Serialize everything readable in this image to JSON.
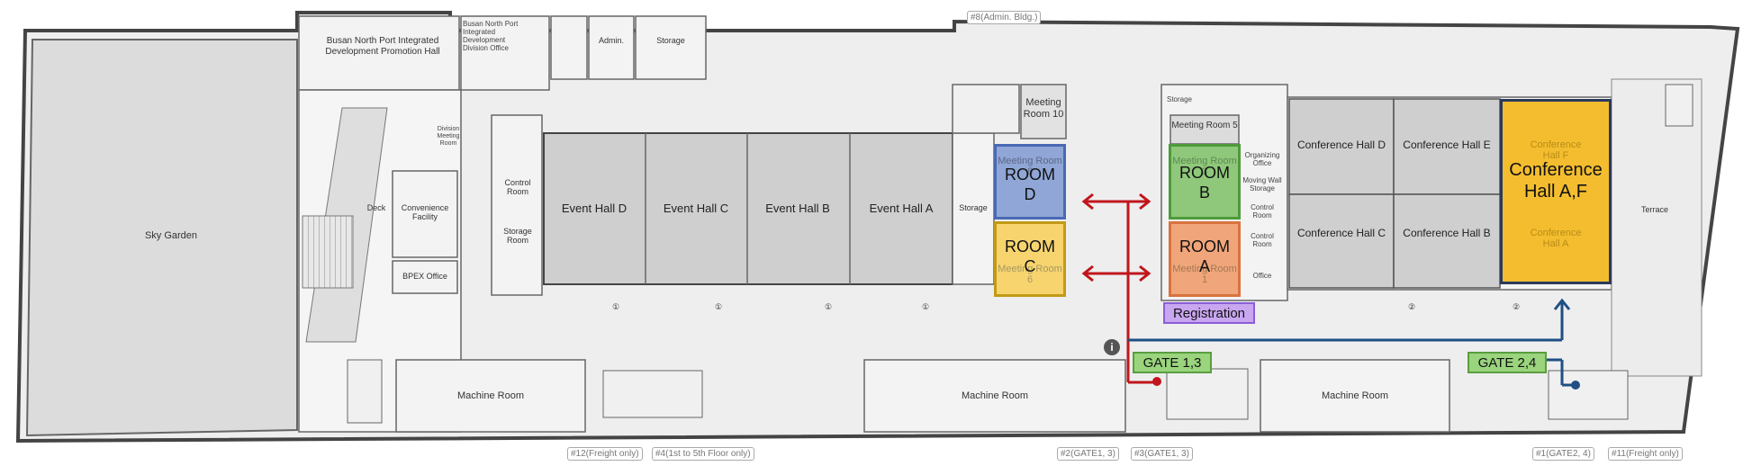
{
  "labels": {
    "sky_garden": "Sky Garden",
    "promotion_hall": "Busan North Port Integrated Development Promotion Hall",
    "division_office": "Busan North Port Integrated Development Division Office",
    "admin": "Admin.",
    "storage_top": "Storage",
    "deck": "Deck",
    "convenience": "Convenience Facility",
    "bpex_office": "BPEX Office",
    "division_meeting_room": "Division Meeting Room",
    "control_room": "Control Room",
    "storage_room": "Storage Room",
    "event_hall_d": "Event Hall D",
    "event_hall_c": "Event Hall C",
    "event_hall_b": "Event Hall B",
    "event_hall_a": "Event Hall A",
    "storage_mid": "Storage",
    "meeting_room_10": "Meeting Room 10",
    "admin_bldg": "#8(Admin. Bldg.)",
    "storage_right": "Storage",
    "meeting_room_5": "Meeting Room 5",
    "organizing_office": "Organizing Office",
    "moving_wall_storage": "Moving Wall Storage",
    "control_room_r1": "Control Room",
    "control_room_r2": "Control Room",
    "office": "Office",
    "conf_hall_d": "Conference Hall D",
    "conf_hall_e": "Conference Hall E",
    "conf_hall_c": "Conference Hall C",
    "conf_hall_b": "Conference Hall B",
    "terrace": "Terrace",
    "machine_room_1": "Machine Room",
    "machine_room_2": "Machine Room",
    "machine_room_3": "Machine Room",
    "elev_12": "#12(Freight only)",
    "elev_4": "#4(1st to 5th Floor only)",
    "elev_2": "#2(GATE1, 3)",
    "elev_3": "#3(GATE1, 3)",
    "elev_1": "#1(GATE2, 4)",
    "elev_11": "#11(Freight only)"
  },
  "overlays": {
    "room_d": {
      "title": "ROOM D",
      "ghost": "Meeting Room 8",
      "fill": "#8fa6d6",
      "border": "#4a69b4"
    },
    "room_c": {
      "title": "ROOM C",
      "ghost": "Meeting Room 6",
      "fill": "#f7d46e",
      "border": "#c19a17"
    },
    "room_b": {
      "title": "ROOM B",
      "ghost": "Meeting Room 3",
      "fill": "#8fc87a",
      "border": "#4e9a3a"
    },
    "room_a": {
      "title": "ROOM A",
      "ghost": "Meeting Room 1",
      "fill": "#f0a57a",
      "border": "#d9733f"
    },
    "conf_hall_af": {
      "title": "Conference Hall A,F",
      "ghost_top": "Conference Hall F",
      "ghost_bottom": "Conference Hall A",
      "fill": "#f3bd2f",
      "border": "#2a3a5c"
    },
    "registration": {
      "label": "Registration",
      "fill": "#c9a6f0",
      "border": "#8a5ed6"
    },
    "gate_13": {
      "label": "GATE 1,3",
      "fill": "#9ad47d",
      "border": "#5a9e3f"
    },
    "gate_24": {
      "label": "GATE 2,4",
      "fill": "#9ad47d",
      "border": "#5a9e3f"
    }
  },
  "routes": {
    "red": "#c0161c",
    "blue": "#1f4f84"
  },
  "markers": {
    "column": "①",
    "column2": "②"
  }
}
